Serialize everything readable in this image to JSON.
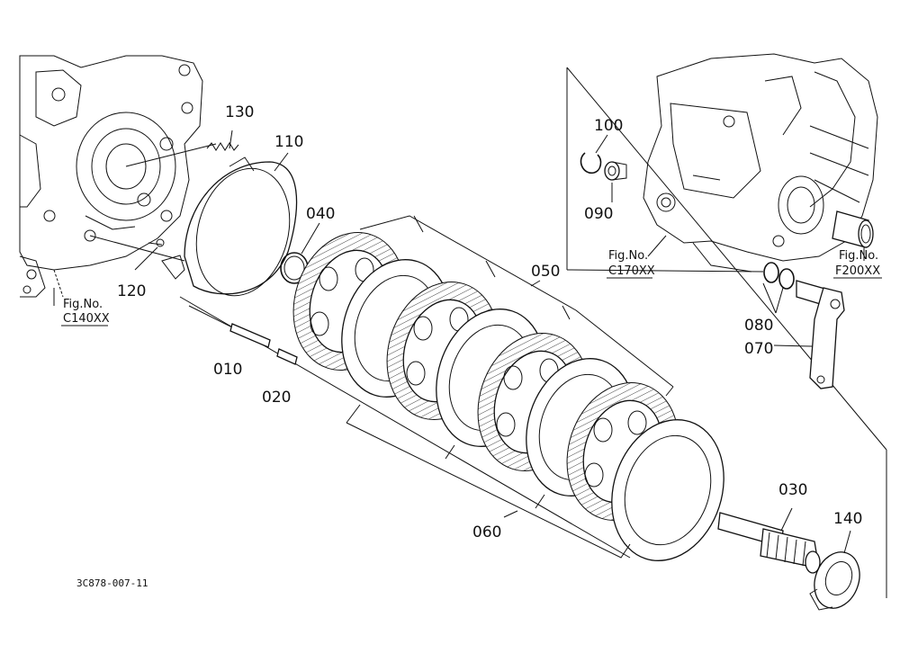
{
  "parts": [
    {
      "num": "130"
    },
    {
      "num": "110"
    },
    {
      "num": "040"
    },
    {
      "num": "120"
    },
    {
      "num": "010"
    },
    {
      "num": "020"
    },
    {
      "num": "050"
    },
    {
      "num": "060"
    },
    {
      "num": "100"
    },
    {
      "num": "090"
    },
    {
      "num": "080"
    },
    {
      "num": "070"
    },
    {
      "num": "030"
    },
    {
      "num": "140"
    }
  ],
  "refs": [
    {
      "line1": "Fig.No.",
      "line2": "C140XX"
    },
    {
      "line1": "Fig.No.",
      "line2": "C170XX"
    },
    {
      "line1": "Fig.No.",
      "line2": "F200XX"
    }
  ],
  "drawing_code": "3C878-007-11"
}
